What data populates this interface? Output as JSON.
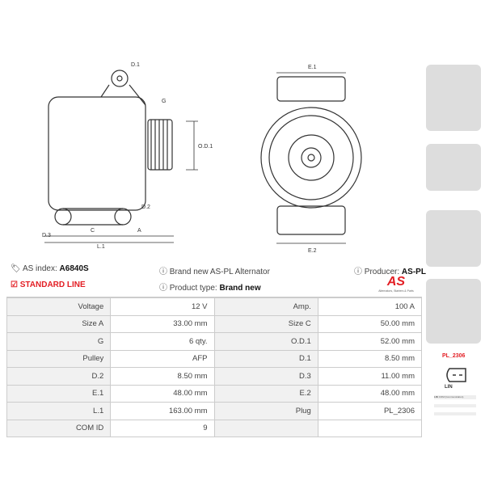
{
  "drawing": {
    "labels": {
      "d1": "D.1",
      "g": "G",
      "od1": "O.D.1",
      "d2": "D.2",
      "d3": "D.3",
      "c": "C",
      "a": "A",
      "l1": "L.1",
      "e1": "E.1",
      "e2": "E.2"
    }
  },
  "info": {
    "as_index_label": "AS index:",
    "as_index": "A6840S",
    "standard_line": "STANDARD LINE",
    "brand_new": "Brand new AS-PL Alternator",
    "product_type_label": "Product type:",
    "product_type": "Brand new",
    "producer_label": "Producer:",
    "producer": "AS-PL",
    "logo_text": "AS",
    "logo_tagline": "Alternators, Starters & Parts"
  },
  "specs": [
    [
      "Voltage",
      "12 V",
      "Amp.",
      "100 A"
    ],
    [
      "Size A",
      "33.00 mm",
      "Size C",
      "50.00 mm"
    ],
    [
      "G",
      "6 qty.",
      "O.D.1",
      "52.00 mm"
    ],
    [
      "Pulley",
      "AFP",
      "D.1",
      "8.50 mm"
    ],
    [
      "D.2",
      "8.50 mm",
      "D.3",
      "11.00 mm"
    ],
    [
      "E.1",
      "48.00 mm",
      "E.2",
      "48.00 mm"
    ],
    [
      "L.1",
      "163.00 mm",
      "Plug",
      "PL_2306"
    ],
    [
      "COM ID",
      "9",
      "",
      ""
    ]
  ],
  "plug": {
    "code": "PL_2306",
    "terminal": "LIN",
    "row_label": "LIN",
    "row_value": "COM (Communication)"
  }
}
